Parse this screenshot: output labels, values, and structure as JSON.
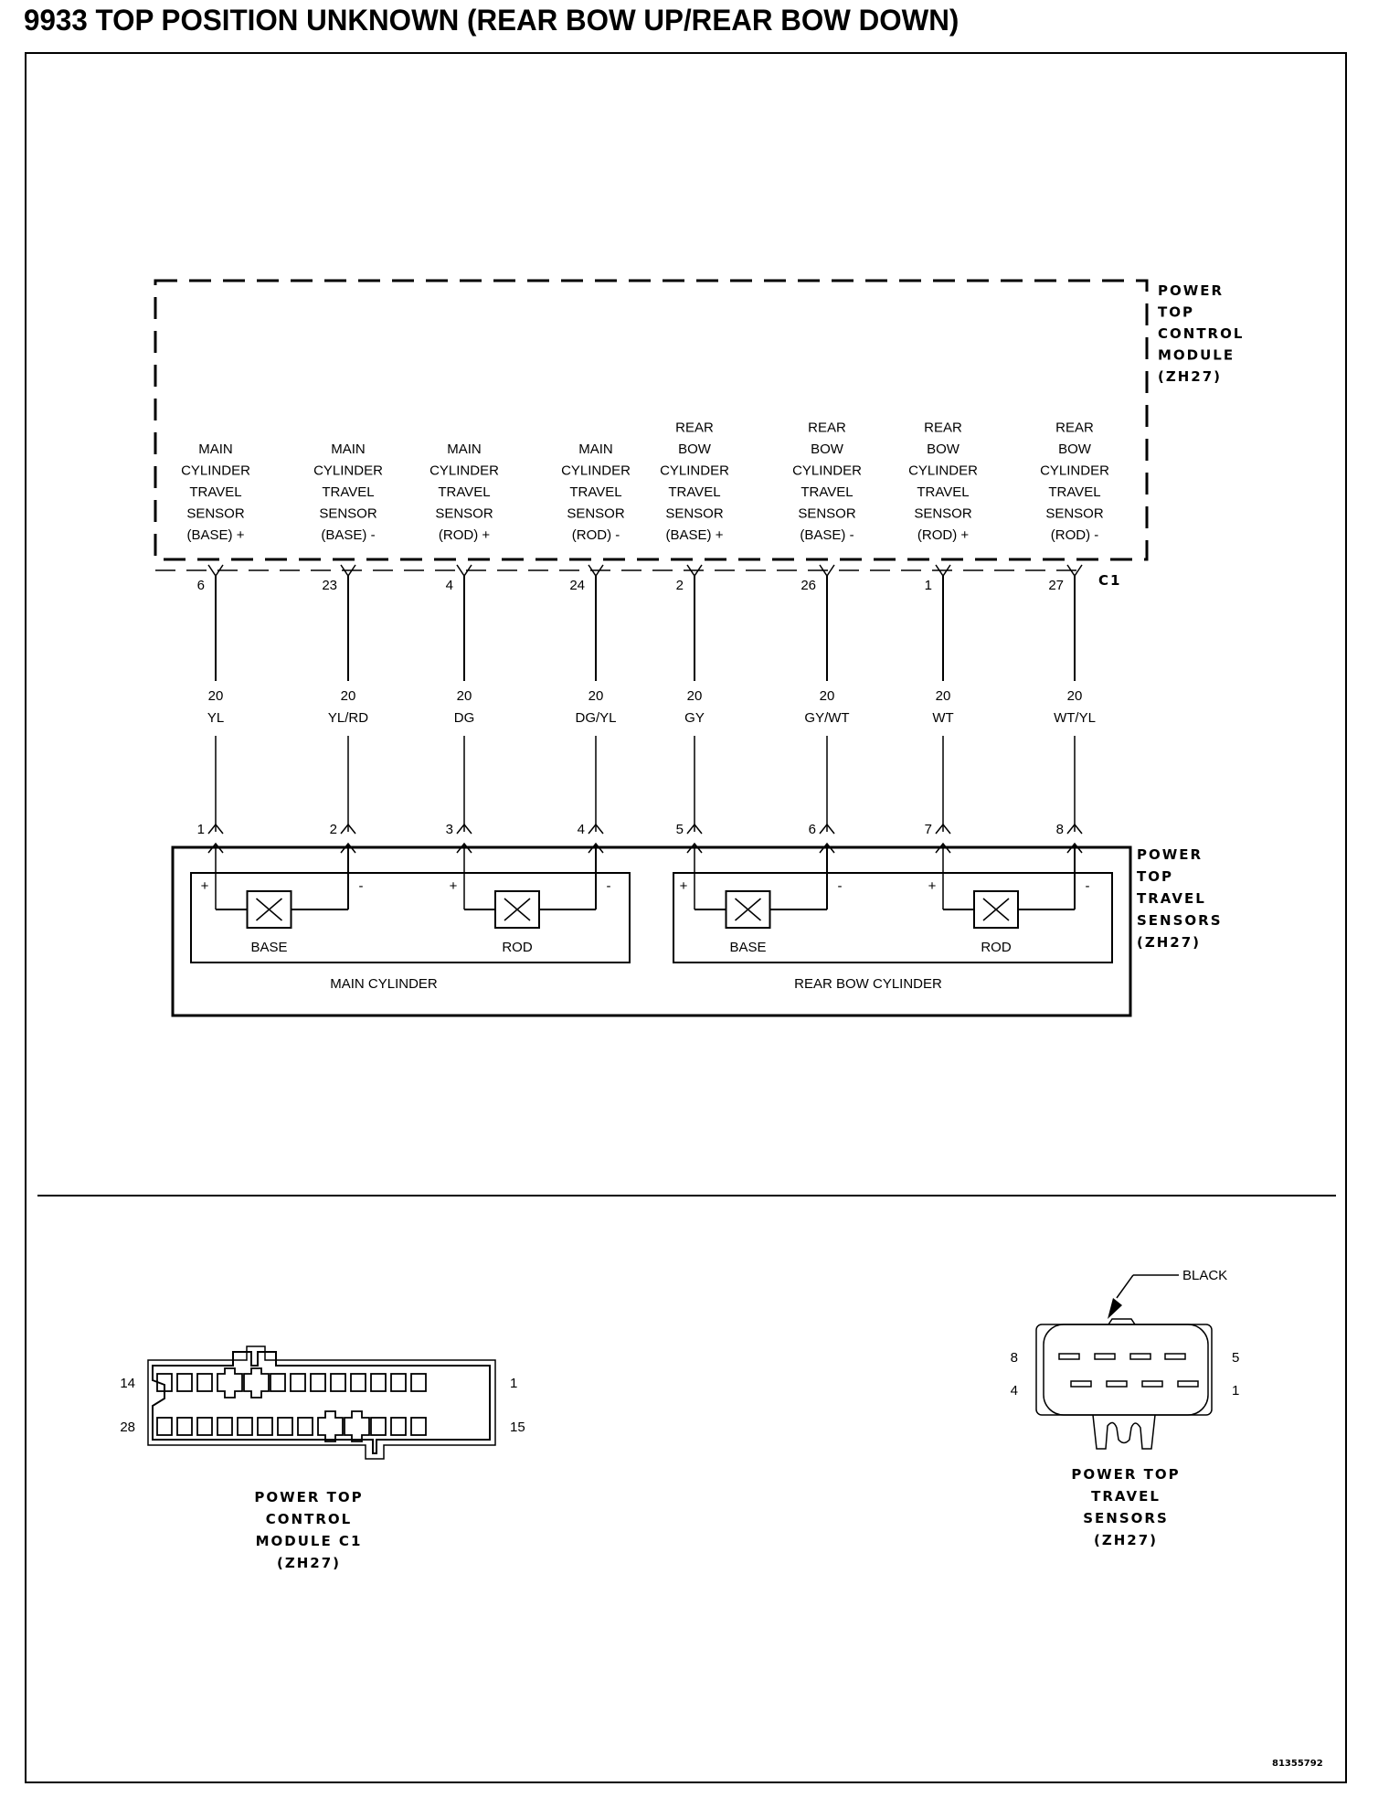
{
  "title": "9933 TOP POSITION UNKNOWN (REAR BOW UP/REAR BOW DOWN)",
  "module": {
    "name_lines": [
      "POWER",
      "TOP",
      "CONTROL",
      "MODULE",
      "(ZH27)"
    ],
    "connector": "C1",
    "circuits": [
      {
        "lines": [
          "MAIN",
          "CYLINDER",
          "TRAVEL",
          "SENSOR",
          "(BASE) +"
        ],
        "pin": "6",
        "gauge": "20",
        "color": "YL",
        "sensor_pin": "1"
      },
      {
        "lines": [
          "MAIN",
          "CYLINDER",
          "TRAVEL",
          "SENSOR",
          "(BASE) -"
        ],
        "pin": "23",
        "gauge": "20",
        "color": "YL/RD",
        "sensor_pin": "2"
      },
      {
        "lines": [
          "MAIN",
          "CYLINDER",
          "TRAVEL",
          "SENSOR",
          "(ROD) +"
        ],
        "pin": "4",
        "gauge": "20",
        "color": "DG",
        "sensor_pin": "3"
      },
      {
        "lines": [
          "MAIN",
          "CYLINDER",
          "TRAVEL",
          "SENSOR",
          "(ROD) -"
        ],
        "pin": "24",
        "gauge": "20",
        "color": "DG/YL",
        "sensor_pin": "4"
      },
      {
        "lines": [
          "REAR",
          "BOW",
          "CYLINDER",
          "TRAVEL",
          "SENSOR",
          "(BASE) +"
        ],
        "pin": "2",
        "gauge": "20",
        "color": "GY",
        "sensor_pin": "5"
      },
      {
        "lines": [
          "REAR",
          "BOW",
          "CYLINDER",
          "TRAVEL",
          "SENSOR",
          "(BASE) -"
        ],
        "pin": "26",
        "gauge": "20",
        "color": "GY/WT",
        "sensor_pin": "6"
      },
      {
        "lines": [
          "REAR",
          "BOW",
          "CYLINDER",
          "TRAVEL",
          "SENSOR",
          "(ROD) +"
        ],
        "pin": "1",
        "gauge": "20",
        "color": "WT",
        "sensor_pin": "7"
      },
      {
        "lines": [
          "REAR",
          "BOW",
          "CYLINDER",
          "TRAVEL",
          "SENSOR",
          "(ROD) -"
        ],
        "pin": "27",
        "gauge": "20",
        "color": "WT/YL",
        "sensor_pin": "8"
      }
    ]
  },
  "sensors": {
    "name_lines": [
      "POWER",
      "TOP",
      "TRAVEL",
      "SENSORS",
      "(ZH27)"
    ],
    "groups": [
      {
        "label": "MAIN CYLINDER",
        "elements": [
          "BASE",
          "ROD"
        ]
      },
      {
        "label": "REAR BOW CYLINDER",
        "elements": [
          "BASE",
          "ROD"
        ]
      }
    ],
    "plus": "+",
    "minus": "-"
  },
  "connector_views": {
    "module_c1": {
      "caption_lines": [
        "POWER TOP",
        "CONTROL",
        "MODULE C1",
        "(ZH27)"
      ],
      "pin_labels": {
        "top_left": "14",
        "top_right": "1",
        "bottom_left": "28",
        "bottom_right": "15"
      }
    },
    "sensor_conn": {
      "caption_lines": [
        "POWER TOP",
        "TRAVEL",
        "SENSORS",
        "(ZH27)"
      ],
      "color_callout": "BLACK",
      "pin_labels": {
        "top_left": "8",
        "top_right": "5",
        "bottom_left": "4",
        "bottom_right": "1"
      }
    }
  },
  "figure_code": "81355792"
}
